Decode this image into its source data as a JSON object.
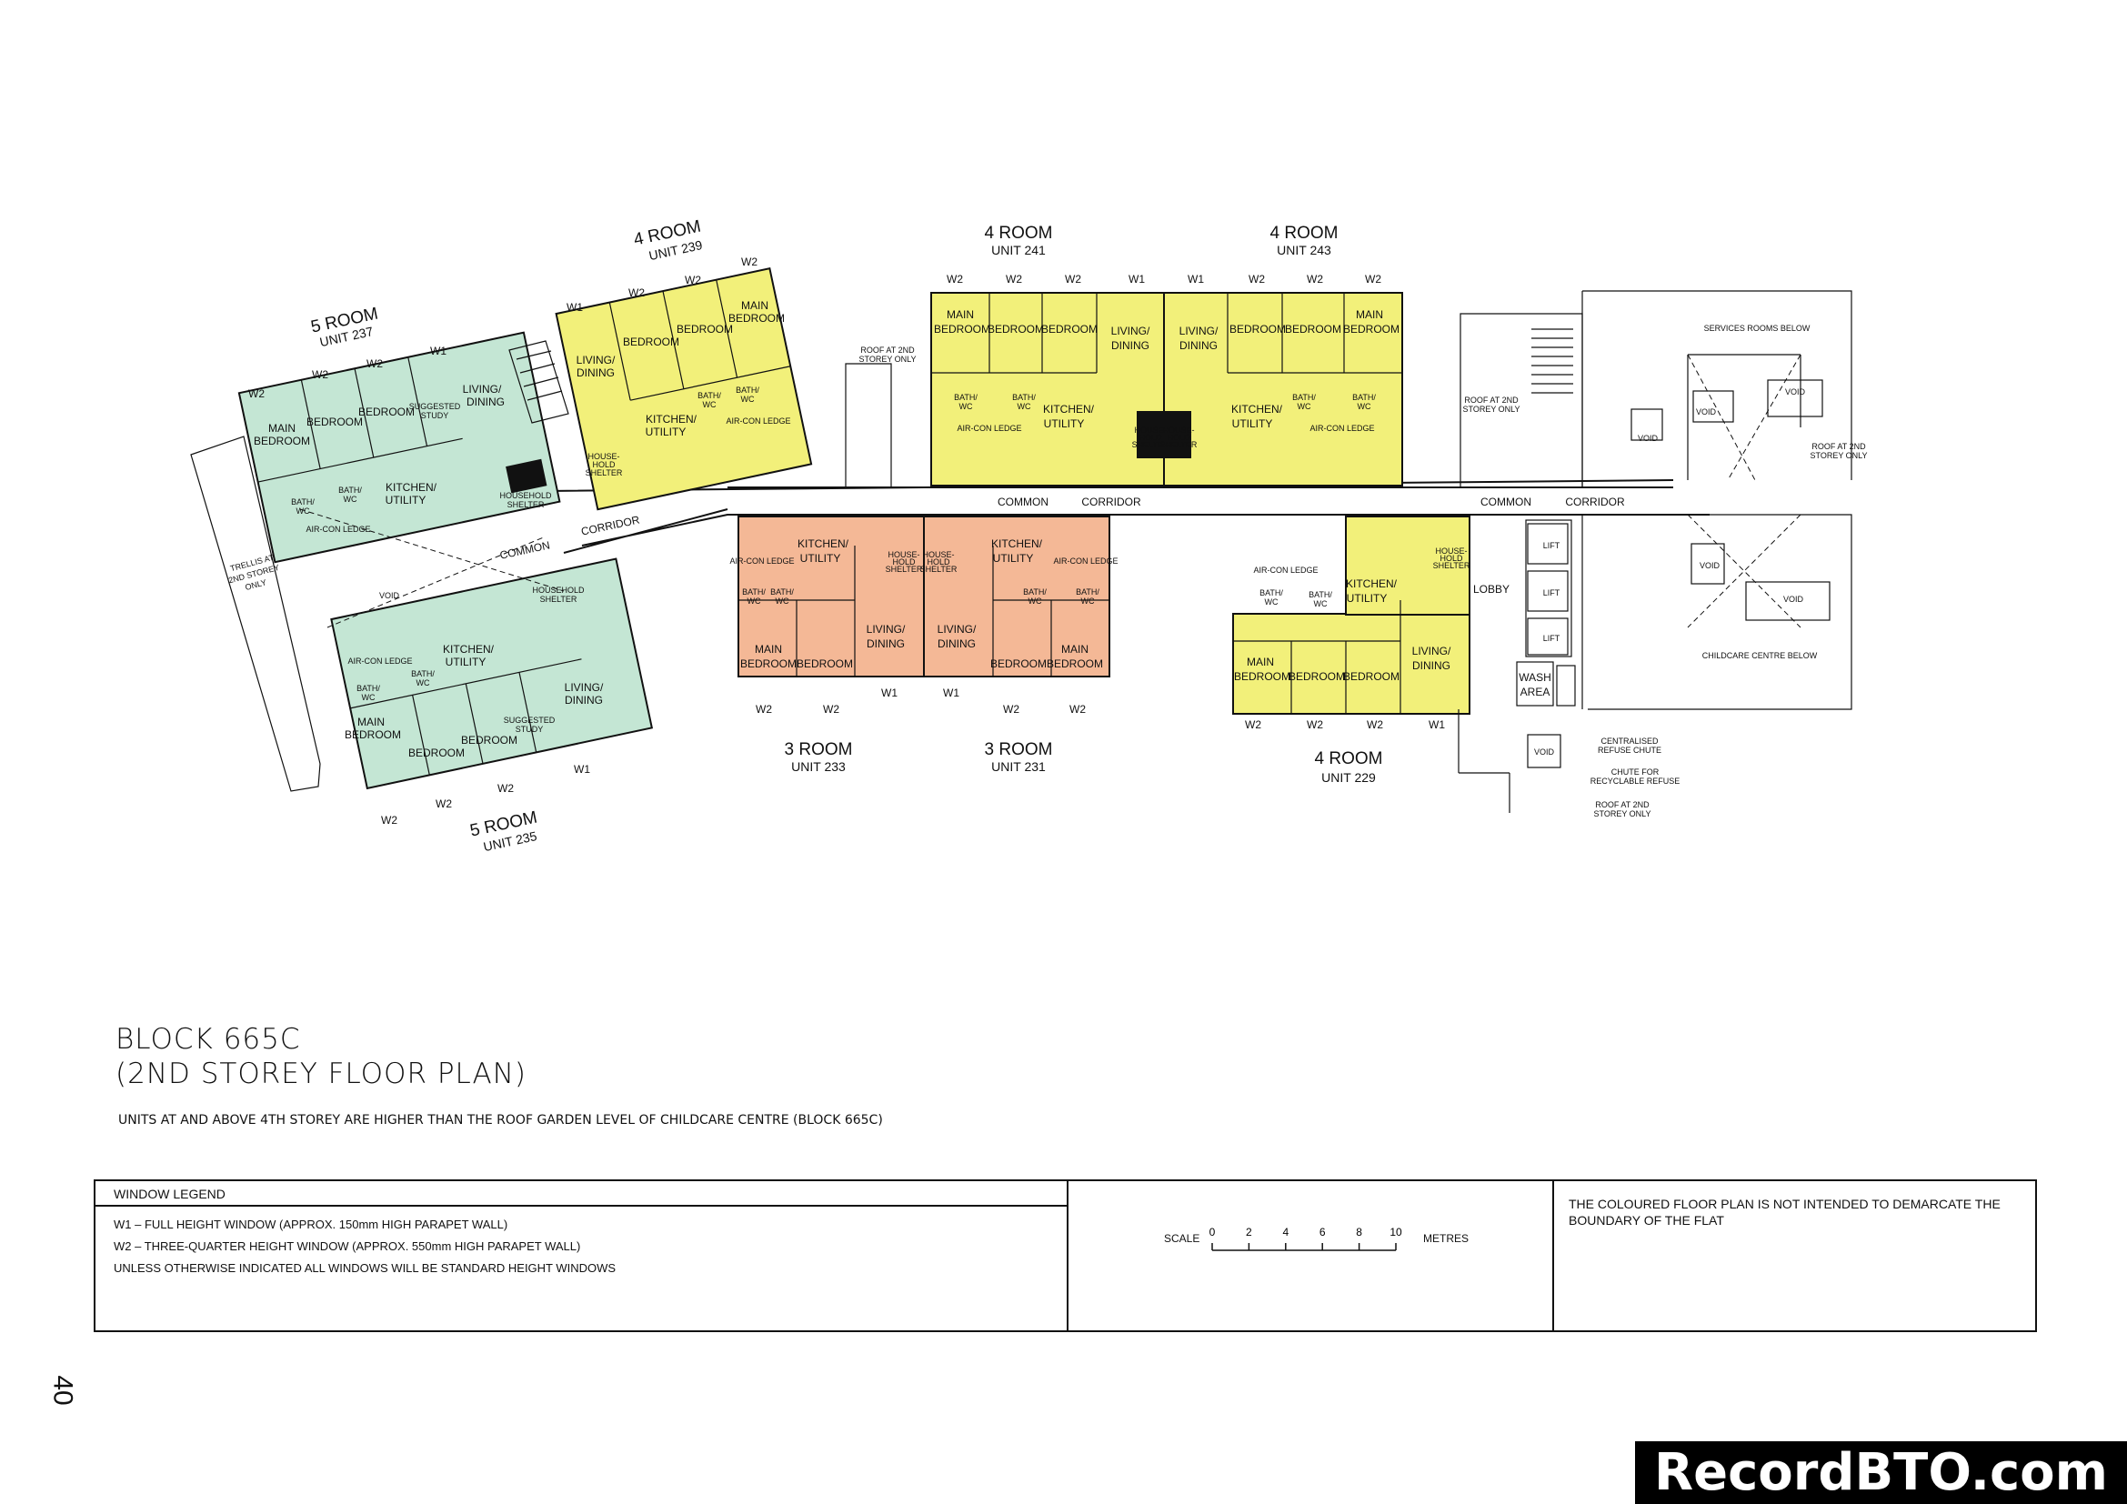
{
  "plan": {
    "units": {
      "u237": {
        "title": "5 ROOM",
        "unit": "UNIT 237"
      },
      "u239": {
        "title": "4 ROOM",
        "unit": "UNIT 239"
      },
      "u241": {
        "title": "4 ROOM",
        "unit": "UNIT 241"
      },
      "u243": {
        "title": "4 ROOM",
        "unit": "UNIT 243"
      },
      "u235": {
        "title": "5 ROOM",
        "unit": "UNIT 235"
      },
      "u233": {
        "title": "3 ROOM",
        "unit": "UNIT 233"
      },
      "u231": {
        "title": "3 ROOM",
        "unit": "UNIT 231"
      },
      "u229": {
        "title": "4 ROOM",
        "unit": "UNIT 229"
      }
    },
    "rooms": {
      "main_bedroom": [
        "MAIN",
        "BEDROOM"
      ],
      "bedroom": "BEDROOM",
      "living_dining": [
        "LIVING/",
        "DINING"
      ],
      "kitchen_utility": [
        "KITCHEN/",
        "UTILITY"
      ],
      "bath_wc": [
        "BATH/",
        "WC"
      ],
      "suggested_study": [
        "SUGGESTED",
        "STUDY"
      ],
      "household_shelter": [
        "HOUSEHOLD",
        "SHELTER"
      ],
      "house_hold_shelter": [
        "HOUSE-",
        "HOLD",
        "SHELTER"
      ],
      "aircon_ledge": "AIR-CON LEDGE"
    },
    "windows": {
      "w1": "W1",
      "w2": "W2"
    },
    "labels": {
      "common": "COMMON",
      "corridor": "CORRIDOR",
      "void": "VOID",
      "lift": "LIFT",
      "lobby": "LOBBY",
      "wash_area": [
        "WASH",
        "AREA"
      ],
      "services_rooms": "SERVICES ROOMS BELOW",
      "childcare_centre": "CHILDCARE CENTRE BELOW",
      "trellis": [
        "TRELLIS AT",
        "2ND STOREY",
        "ONLY"
      ],
      "roof_2nd": [
        "ROOF AT 2ND",
        "STOREY ONLY"
      ],
      "centralised_refuse": [
        "CENTRALISED",
        "REFUSE CHUTE"
      ],
      "chute_recyclable": [
        "CHUTE FOR",
        "RECYCLABLE REFUSE"
      ]
    }
  },
  "block": {
    "title_line1": "BLOCK 665C",
    "title_line2": "(2ND STOREY FLOOR PLAN)",
    "note": "UNITS AT AND ABOVE 4TH STOREY ARE HIGHER THAN THE ROOF GARDEN LEVEL OF CHILDCARE CENTRE (BLOCK 665C)"
  },
  "legend": {
    "heading": "WINDOW LEGEND",
    "w1": "W1  –  FULL HEIGHT WINDOW (APPROX. 150mm HIGH PARAPET WALL)",
    "w2": "W2  –  THREE-QUARTER HEIGHT WINDOW (APPROX. 550mm HIGH PARAPET WALL)",
    "other": "UNLESS OTHERWISE INDICATED ALL WINDOWS WILL BE STANDARD HEIGHT WINDOWS",
    "scale_label": "SCALE",
    "scale_ticks": [
      "0",
      "2",
      "4",
      "6",
      "8",
      "10"
    ],
    "scale_unit": "METRES",
    "disclaimer": "THE COLOURED FLOOR PLAN IS NOT INTENDED TO DEMARCATE THE BOUNDARY OF THE FLAT"
  },
  "page_number": "40",
  "watermark": "RecordBTO.com",
  "colors": {
    "five_room": "#c4e6d4",
    "four_room": "#f2f07a",
    "three_room": "#f4b896"
  }
}
